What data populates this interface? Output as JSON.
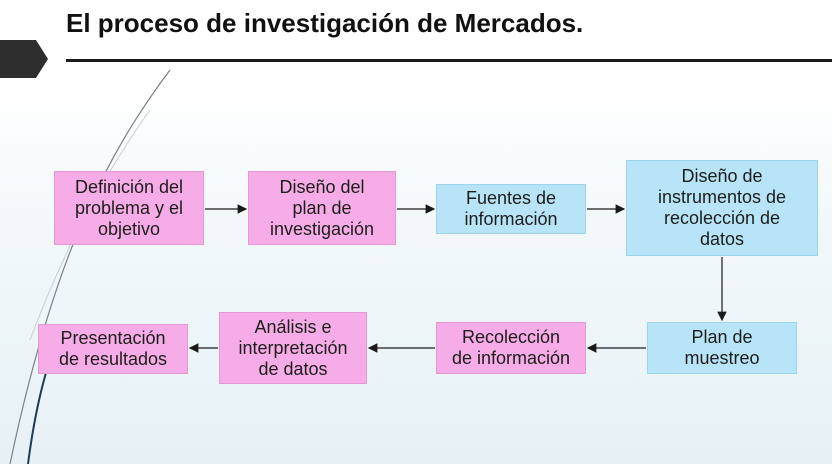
{
  "title": "El proceso de investigación de Mercados.",
  "colors": {
    "process_pink": "#f6ace6",
    "process_blue": "#b7e5f7",
    "title_rule": "#1a1a1a",
    "tab": "#2e2e2e"
  },
  "steps": [
    {
      "label": "Definición del\nproblema y el\nobjetivo",
      "color": "pink"
    },
    {
      "label": "Diseño del\nplan de\ninvestigación",
      "color": "pink"
    },
    {
      "label": "Fuentes de\ninformación",
      "color": "blue"
    },
    {
      "label": "Diseño de\ninstrumentos de\nrecolección de\ndatos",
      "color": "blue"
    },
    {
      "label": "Plan de\nmuestreo",
      "color": "blue"
    },
    {
      "label": "Recolección\nde información",
      "color": "pink"
    },
    {
      "label": "Análisis e\ninterpretación\nde datos",
      "color": "pink"
    },
    {
      "label": "Presentación\nde resultados",
      "color": "pink"
    }
  ]
}
